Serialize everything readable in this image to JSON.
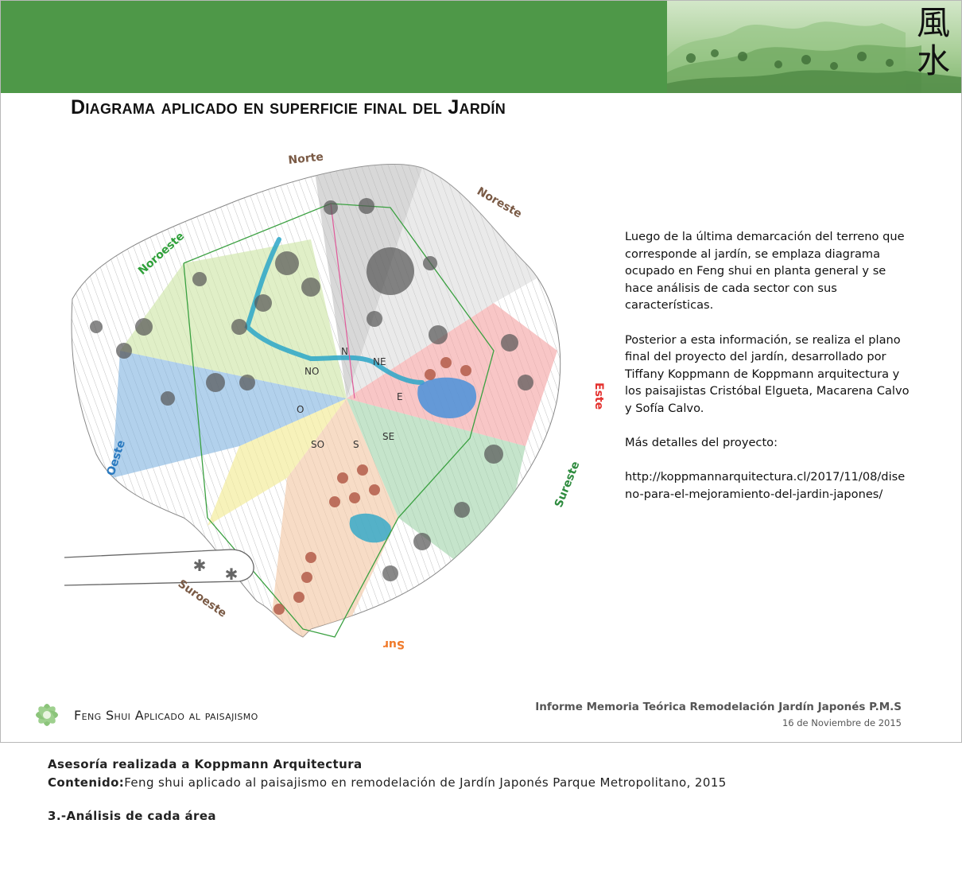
{
  "header": {
    "kanji_top": "風",
    "kanji_bottom": "水",
    "colors": {
      "banner": "#4e9848",
      "landscape": "#a9cf98"
    }
  },
  "title": "Diagrama aplicado en superficie final del Jardín",
  "plan": {
    "directions": {
      "norte": "Norte",
      "noreste": "Noreste",
      "este": "Este",
      "sureste": "Sureste",
      "sur": "Sur",
      "suroeste": "Suroeste",
      "oeste": "Oeste",
      "noroeste": "Noroeste"
    },
    "sector_letters": {
      "n": "N",
      "ne": "NE",
      "e": "E",
      "se": "SE",
      "s": "S",
      "so": "SO",
      "o": "O",
      "no": "NO"
    },
    "colors": {
      "norte": "#b8b8b8",
      "noreste": "#cfcfcf",
      "este": "#f4a7a7",
      "sureste": "#9fd2a8",
      "sur": "#f3c9a8",
      "suroeste": "#f4ec9c",
      "oeste": "#7fb3e0",
      "noroeste": "#cfe6a9",
      "water": "#2aa6c8"
    }
  },
  "description": {
    "paragraph1": "Luego de la última demarcación del terreno que corresponde al jardín, se emplaza diagrama ocupado en Feng shui en planta general y se hace análisis de cada sector con sus características.",
    "paragraph2": "Posterior a esta información, se realiza el plano final del proyecto del jardín, desarrollado por Tiffany Koppmann de Koppmann arquitectura y los paisajistas Cristóbal Elgueta, Macarena Calvo y  Sofía Calvo.",
    "more_label": "Más detalles del proyecto:",
    "url": "http://koppmannarquitectura.cl/2017/11/08/diseno-para-el-mejoramiento-del-jardin-japones/"
  },
  "footer": {
    "logo_icon": "lotus-flower-icon",
    "label": "Feng Shui Aplicado al paisajismo",
    "report_title": "Informe Memoria Teórica Remodelación Jardín Japonés P.M.S",
    "report_date": "16 de Noviembre de 2015"
  },
  "caption": {
    "line1": "Asesoría realizada a Koppmann Arquitectura",
    "line2_label": "Contenido:",
    "line2_text": "Feng shui aplicado al paisajismo en remodelación de Jardín Japonés Parque Metropolitano, 2015",
    "section": "3.-Análisis de cada área"
  }
}
